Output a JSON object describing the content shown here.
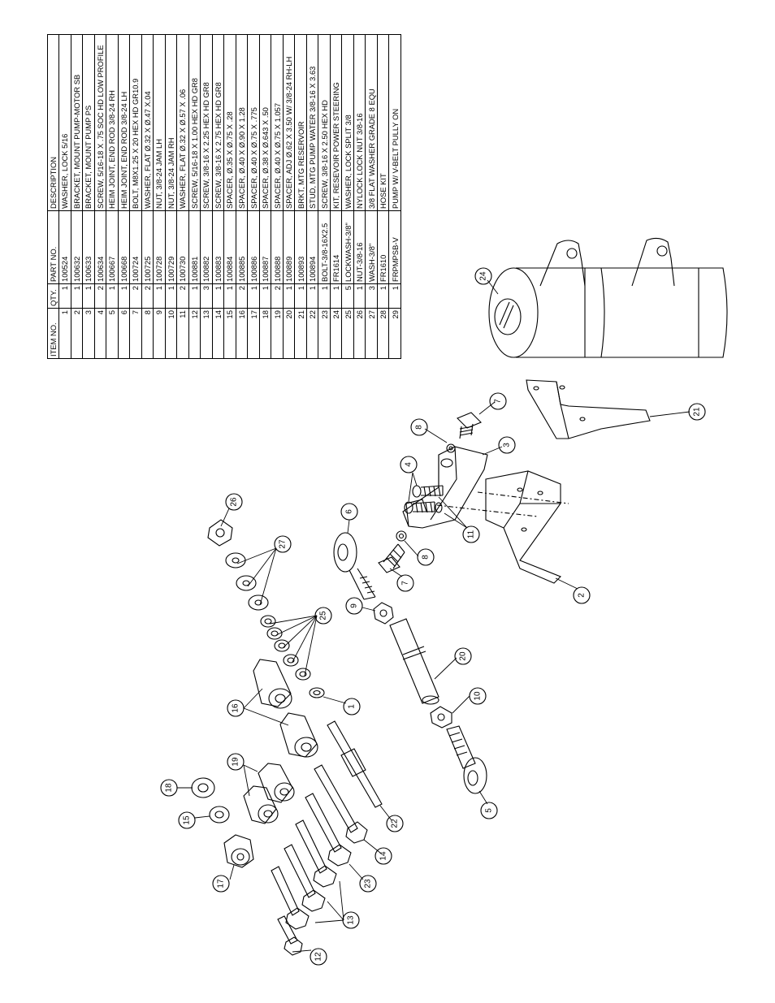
{
  "bom": {
    "headers": {
      "item": "ITEM NO.",
      "qty": "QTY.",
      "part": "PART NO.",
      "desc": "DESCRIPTION"
    },
    "rows": [
      {
        "item": "1",
        "qty": "1",
        "part": "100524",
        "desc": "WASHER, LOCK 5/16"
      },
      {
        "item": "2",
        "qty": "1",
        "part": "100632",
        "desc": "BRACKET, MOUNT PUMP-MOTOR SB"
      },
      {
        "item": "3",
        "qty": "1",
        "part": "100633",
        "desc": "BRACKET, MOUNT PUMP PS"
      },
      {
        "item": "4",
        "qty": "2",
        "part": "100634",
        "desc": "SCREW, 5/16-18 X .75 SOC HD LOW PROFILE"
      },
      {
        "item": "5",
        "qty": "1",
        "part": "100667",
        "desc": "HEIM JOINT, END ROD 3/8-24 RH"
      },
      {
        "item": "6",
        "qty": "1",
        "part": "100668",
        "desc": "HEIM JOINT, END ROD 3/8-24 LH"
      },
      {
        "item": "7",
        "qty": "2",
        "part": "100724",
        "desc": "BOLT, M8X1.25 X 20 HEX HD GR10.9"
      },
      {
        "item": "8",
        "qty": "2",
        "part": "100725",
        "desc": "WASHER, FLAT Ø.32 X Ø.47 X.04"
      },
      {
        "item": "9",
        "qty": "1",
        "part": "100728",
        "desc": "NUT, 3/8-24 JAM LH"
      },
      {
        "item": "10",
        "qty": "1",
        "part": "100729",
        "desc": "NUT, 3/8-24 JAM RH"
      },
      {
        "item": "11",
        "qty": "2",
        "part": "100730",
        "desc": "WASHER, FLAT Ø.32 X Ø.57 X .06"
      },
      {
        "item": "12",
        "qty": "1",
        "part": "100881",
        "desc": "SCREW, 5/16-18 X 1.00 HEX HD GR8"
      },
      {
        "item": "13",
        "qty": "3",
        "part": "100882",
        "desc": "SCREW, 3/8-16 X 2.25 HEX HD GR8"
      },
      {
        "item": "14",
        "qty": "1",
        "part": "100883",
        "desc": "SCREW, 3/8-16 X 2.75 HEX HD GR8"
      },
      {
        "item": "15",
        "qty": "1",
        "part": "100884",
        "desc": "SPACER, Ø.35 X Ø.75 X .28"
      },
      {
        "item": "16",
        "qty": "2",
        "part": "100885",
        "desc": "SPACER, Ø.40 X Ø.90 X 1.28"
      },
      {
        "item": "17",
        "qty": "1",
        "part": "100886",
        "desc": "SPACER, Ø.40 X Ø.75 X .775"
      },
      {
        "item": "18",
        "qty": "1",
        "part": "100887",
        "desc": "SPACER, Ø.38 X Ø.643 X .50"
      },
      {
        "item": "19",
        "qty": "2",
        "part": "100888",
        "desc": "SPACER, Ø.40 X Ø.75 X 1.057"
      },
      {
        "item": "20",
        "qty": "1",
        "part": "100889",
        "desc": "SPACER, ADJ Ø.62 X 3.50 W/ 3/8-24 RH-LH"
      },
      {
        "item": "21",
        "qty": "1",
        "part": "100893",
        "desc": "BRKT, MTG RESERVOIR"
      },
      {
        "item": "22",
        "qty": "1",
        "part": "100894",
        "desc": "STUD, MTG PUMP WATER 3/8-16 X 3.63"
      },
      {
        "item": "23",
        "qty": "1",
        "part": "BOLT-3/8-16X2.5",
        "desc": "SCREW, 3/8-16 X 2.50 HEX HD"
      },
      {
        "item": "24",
        "qty": "1",
        "part": "FR1614",
        "desc": "KIT, RESEVOIR POWER STEERING"
      },
      {
        "item": "25",
        "qty": "5",
        "part": "LOCKWASH-3/8\"",
        "desc": "WASHER, LOCK SPLIT 3/8"
      },
      {
        "item": "26",
        "qty": "1",
        "part": "NUT-3/8-16",
        "desc": "NYLOCK LOCK NUT 3/8-16"
      },
      {
        "item": "27",
        "qty": "3",
        "part": "WASH-3/8\"",
        "desc": "3/8 FLAT WASHER GRADE 8 EQU"
      },
      {
        "item": "28",
        "qty": "1",
        "part": "FR1610",
        "desc": "HOSE KIT"
      },
      {
        "item": "29",
        "qty": "1",
        "part": "FRPMPSB-V",
        "desc": "PUMP W/ V-BELT PULLY ON"
      }
    ]
  },
  "balloons": {
    "b1": "1",
    "b2": "2",
    "b3": "3",
    "b4": "4",
    "b5": "5",
    "b6": "6",
    "b7a": "7",
    "b7b": "7",
    "b8a": "8",
    "b8b": "8",
    "b9": "9",
    "b10": "10",
    "b11": "11",
    "b12": "12",
    "b13": "13",
    "b14": "14",
    "b15": "15",
    "b16": "16",
    "b17": "17",
    "b18": "18",
    "b19": "19",
    "b20": "20",
    "b21": "21",
    "b22": "22",
    "b23": "23",
    "b24": "24",
    "b25": "25",
    "b26": "26",
    "b27": "27"
  }
}
